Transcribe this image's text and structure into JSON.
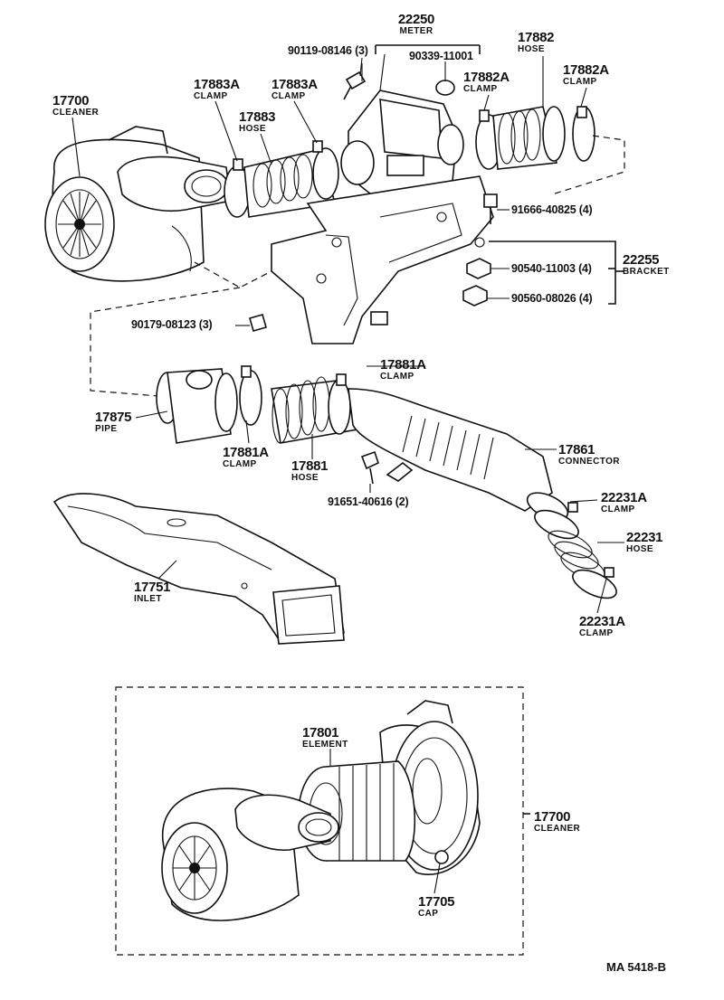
{
  "diagram": {
    "parts": [
      {
        "number": "22250",
        "name": "METER"
      },
      {
        "number": "90119-08146 (3)"
      },
      {
        "number": "90339-11001"
      },
      {
        "number": "17882",
        "name": "HOSE"
      },
      {
        "number": "17882A",
        "name": "CLAMP"
      },
      {
        "number": "17882A",
        "name": "CLAMP"
      },
      {
        "number": "17700",
        "name": "CLEANER"
      },
      {
        "number": "17883A",
        "name": "CLAMP"
      },
      {
        "number": "17883A",
        "name": "CLAMP"
      },
      {
        "number": "17883",
        "name": "HOSE"
      },
      {
        "number": "91666-40825 (4)"
      },
      {
        "number": "22255",
        "name": "BRACKET"
      },
      {
        "number": "90540-11003 (4)"
      },
      {
        "number": "90560-08026 (4)"
      },
      {
        "number": "90179-08123 (3)"
      },
      {
        "number": "17881A",
        "name": "CLAMP"
      },
      {
        "number": "17875",
        "name": "PIPE"
      },
      {
        "number": "17881A",
        "name": "CLAMP"
      },
      {
        "number": "17881",
        "name": "HOSE"
      },
      {
        "number": "17861",
        "name": "CONNECTOR"
      },
      {
        "number": "91651-40616 (2)"
      },
      {
        "number": "22231A",
        "name": "CLAMP"
      },
      {
        "number": "22231",
        "name": "HOSE"
      },
      {
        "number": "22231A",
        "name": "CLAMP"
      },
      {
        "number": "17751",
        "name": "INLET"
      },
      {
        "number": "17801",
        "name": "ELEMENT"
      },
      {
        "number": "17700",
        "name": "CLEANER"
      },
      {
        "number": "17705",
        "name": "CAP"
      }
    ],
    "reference": "MA  5418-B"
  }
}
